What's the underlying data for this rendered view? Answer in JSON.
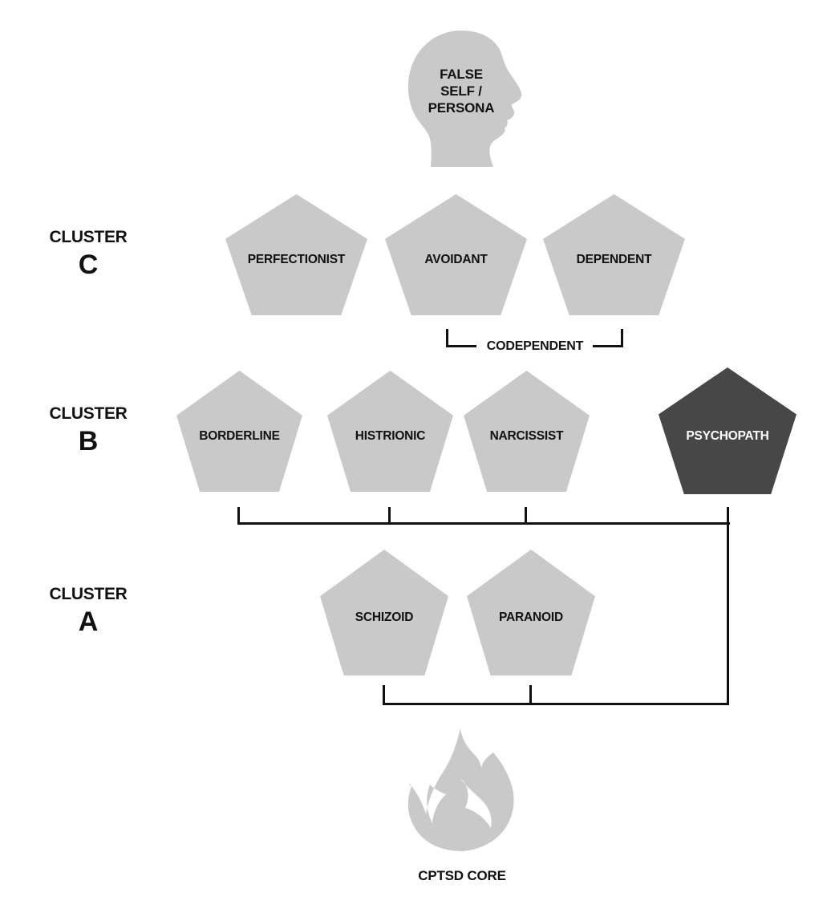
{
  "top_node": {
    "label": "FALSE SELF / PERSONA",
    "lines": [
      "FALSE",
      "SELF /",
      "PERSONA"
    ],
    "icon": "head-silhouette"
  },
  "clusters": [
    {
      "label": "CLUSTER",
      "letter": "C",
      "nodes": [
        {
          "label": "PERFECTIONIST",
          "variant": "light"
        },
        {
          "label": "AVOIDANT",
          "variant": "light"
        },
        {
          "label": "DEPENDENT",
          "variant": "light"
        }
      ],
      "bracket_label": "CODEPENDENT"
    },
    {
      "label": "CLUSTER",
      "letter": "B",
      "nodes": [
        {
          "label": "BORDERLINE",
          "variant": "light"
        },
        {
          "label": "HISTRIONIC",
          "variant": "light"
        },
        {
          "label": "NARCISSIST",
          "variant": "light"
        },
        {
          "label": "PSYCHOPATH",
          "variant": "dark"
        }
      ]
    },
    {
      "label": "CLUSTER",
      "letter": "A",
      "nodes": [
        {
          "label": "SCHIZOID",
          "variant": "light"
        },
        {
          "label": "PARANOID",
          "variant": "light"
        }
      ]
    }
  ],
  "bottom_node": {
    "label": "CPTSD CORE",
    "icon": "flame"
  },
  "colors": {
    "background": "#ffffff",
    "pentagon_light": "#c9c9c9",
    "pentagon_dark": "#474747",
    "text": "#111111",
    "text_on_dark": "#ffffff",
    "line": "#111111"
  }
}
